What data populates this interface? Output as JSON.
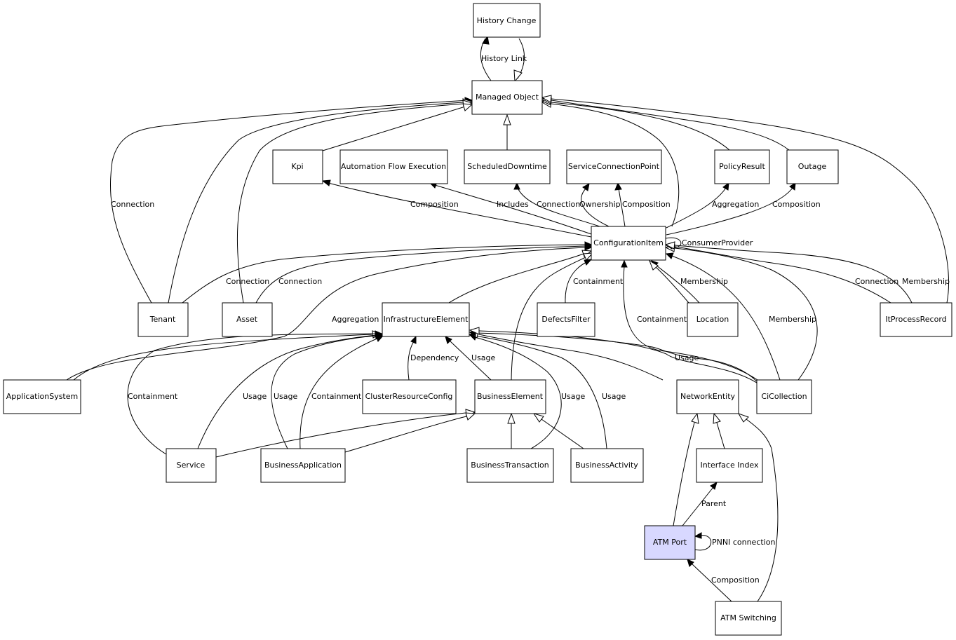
{
  "nodes": {
    "history_change": "History Change",
    "managed_object": "Managed Object",
    "kpi": "Kpi",
    "automation_flow_execution": "Automation Flow Execution",
    "scheduled_downtime": "ScheduledDowntime",
    "service_connection_point": "ServiceConnectionPoint",
    "policy_result": "PolicyResult",
    "outage": "Outage",
    "configuration_item": "ConfigurationItem",
    "tenant": "Tenant",
    "asset": "Asset",
    "infrastructure_element": "InfrastructureElement",
    "defects_filter": "DefectsFilter",
    "location": "Location",
    "it_process_record": "ItProcessRecord",
    "application_system": "ApplicationSystem",
    "cluster_resource_config": "ClusterResourceConfig",
    "business_element": "BusinessElement",
    "network_entity": "NetworkEntity",
    "ci_collection": "CiCollection",
    "service": "Service",
    "business_application": "BusinessApplication",
    "business_transaction": "BusinessTransaction",
    "business_activity": "BusinessActivity",
    "interface_index": "Interface Index",
    "atm_port": "ATM Port",
    "atm_switching": "ATM Switching"
  },
  "edge_labels": {
    "history_link": "History Link",
    "connection_tenant_mo": "Connection",
    "composition_kpi": "Composition",
    "includes": "Includes",
    "connection_scp": "Connection",
    "ownership": "Ownership",
    "composition_scp": "Composition",
    "aggregation_policy": "Aggregation",
    "composition_outage": "Composition",
    "consumer_provider": "ConsumerProvider",
    "connection_tenant_ci": "Connection",
    "connection_asset_ci": "Connection",
    "aggregation_appsys": "Aggregation",
    "containment_defects": "Containment",
    "membership_location": "Membership",
    "containment_cicoll": "Containment",
    "membership_cicoll": "Membership",
    "connection_itpr": "Connection",
    "membership_itpr": "Membership",
    "containment_service": "Containment",
    "usage_service": "Usage",
    "usage_busapp": "Usage",
    "containment_busapp": "Containment",
    "dependency": "Dependency",
    "usage_buselem": "Usage",
    "usage_bustrans": "Usage",
    "usage_busact": "Usage",
    "usage_cicoll": "Usage",
    "parent": "Parent",
    "pnni_connection": "PNNI connection",
    "composition_atm": "Composition"
  }
}
